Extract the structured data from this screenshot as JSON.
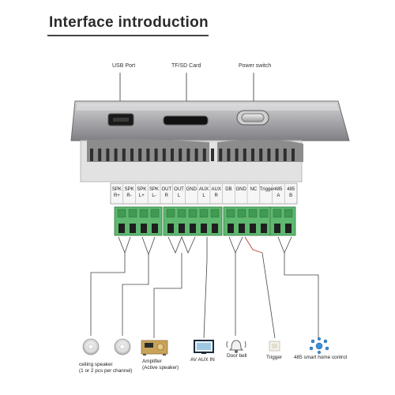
{
  "title": "Interface introduction",
  "ports": {
    "usb": "USB Port",
    "tf": "TF/SD Card",
    "power": "Power switch"
  },
  "terminals": [
    "SPK\nR+",
    "SPK\nR-",
    "SPK\nL+",
    "SPK\nL-",
    "OUT\nR",
    "OUT\nL",
    "GND",
    "AUX\nL",
    "AUX\nR",
    "DB",
    "GND",
    "NC",
    "Trigger",
    "485\nA",
    "485\nB"
  ],
  "devices": {
    "speaker": "ceiling speaker\n(1 or 2 pcs per channel)",
    "amplifier": "Amplifier\n(Active speaker)",
    "aux": "AV AUX IN",
    "doorbell": "Door bell",
    "trigger": "Trigger",
    "smart": "485 smart home control"
  }
}
